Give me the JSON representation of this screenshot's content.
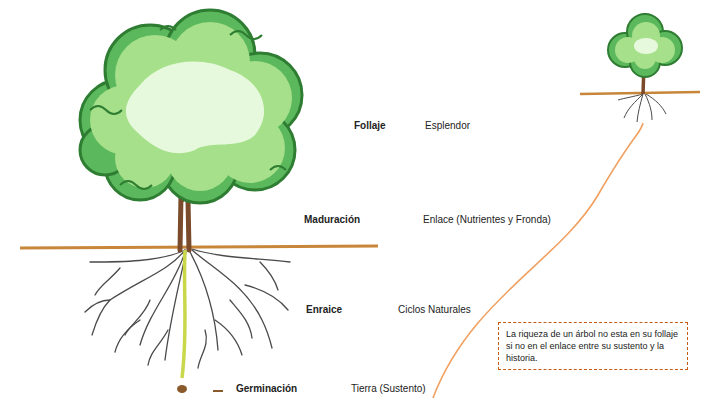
{
  "diagram": {
    "nodes": [
      {
        "text": [
          "La riqueza de un árbol no esta en su follaje si no en el enlace entre su sustento y la historia."
        ]
      }
    ],
    "labels": [
      "Follaje",
      "Esplendor",
      "Maduración",
      "Enlace (Nutrientes y Fronda)",
      "Enraice",
      "Ciclos Naturales",
      "Germinación",
      "Tierra (Sustento)"
    ]
  }
}
